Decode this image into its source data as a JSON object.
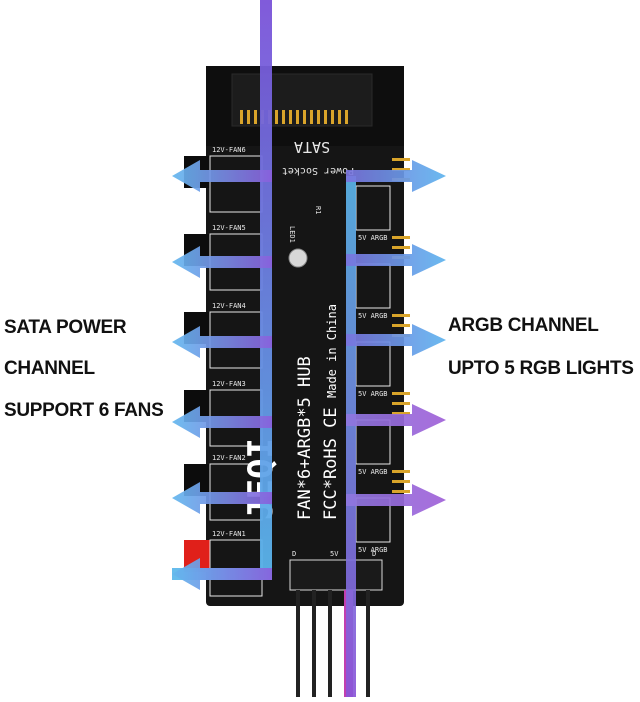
{
  "left_callout": {
    "line1": "SATA POWER",
    "line2": "CHANNEL",
    "line3": "SUPPORT 6 FANS"
  },
  "right_callout": {
    "line1": "ARGB CHANNEL",
    "line2": "UPTO 5 RGB LIGHTS"
  },
  "board": {
    "brand": "JEQI",
    "model": "FAN*6+ARGB*5  HUB",
    "certs": "FCC*RoHS CE",
    "origin": "Made in China",
    "sata_label": "SATA",
    "power_label": "Power Socket",
    "led_label": "LED1",
    "r1_label": "R1",
    "fan_labels": [
      "12V-FAN6",
      "12V-FAN5",
      "12V-FAN4",
      "12V-FAN3",
      "12V-FAN2",
      "12V-FAN1"
    ],
    "argb_label": "5V ARGB",
    "bottom_pins": [
      "D",
      "5V",
      "D"
    ]
  },
  "colors": {
    "pcb": "#141414",
    "arrow_blue": "#5aa8e8",
    "arrow_purple": "#8a55d8",
    "cable_purple": "#b15fd3",
    "cable_magenta": "#d03aa8",
    "fan_red": "#e0201a"
  }
}
